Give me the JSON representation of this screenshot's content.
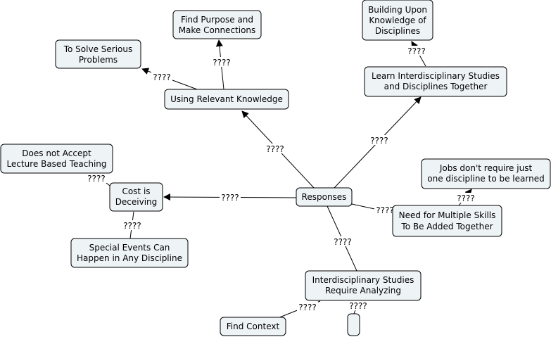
{
  "nodes": {
    "responses": [
      "Responses"
    ],
    "relevant": [
      "Using Relevant Knowledge"
    ],
    "purpose": [
      "Find Purpose and",
      "Make Connections"
    ],
    "serious": [
      "To Solve Serious",
      "Problems"
    ],
    "learn": [
      "Learn Interdisciplinary Studies",
      "and Disciplines Together"
    ],
    "building": [
      "Building Upon",
      "Knowledge of",
      "Disciplines"
    ],
    "cost": [
      "Cost is",
      "Deceiving"
    ],
    "lecture": [
      "Does not Accept",
      "Lecture Based Teaching"
    ],
    "special": [
      "Special Events Can",
      "Happen in Any Discipline"
    ],
    "multiple": [
      "Need for Multiple Skills",
      "To Be Added Together"
    ],
    "jobs": [
      "Jobs don't require just",
      "one discipline to be learned"
    ],
    "analyzing": [
      "Interdisciplinary Studies",
      "Require Analyzing"
    ],
    "context": [
      "Find Context"
    ],
    "empty": []
  },
  "link_label": "????"
}
